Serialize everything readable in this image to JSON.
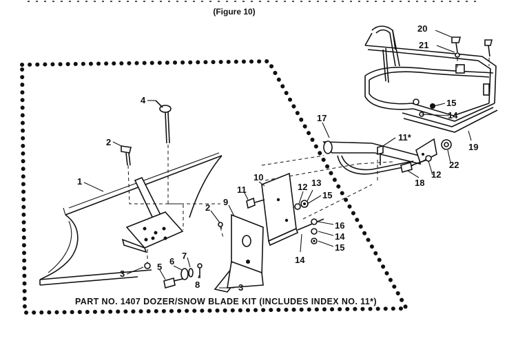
{
  "figure_title": "(Figure 10)",
  "caption": "PART NO. 1407 DOZER/SNOW BLADE KIT (INCLUDES INDEX NO. 11*)",
  "callouts": {
    "c1": "1",
    "c2a": "2",
    "c2b": "2",
    "c3a": "3",
    "c3b": "3",
    "c4": "4",
    "c5": "5",
    "c6": "6",
    "c7": "7",
    "c8": "8",
    "c9": "9",
    "c10": "10",
    "c11a": "11",
    "c11b": "11*",
    "c12a": "12",
    "c12b": "12",
    "c13": "13",
    "c14a": "14",
    "c14b": "14",
    "c14c": "14",
    "c15a": "15",
    "c15b": "15",
    "c15c": "15",
    "c16": "16",
    "c17": "17",
    "c18": "18",
    "c19": "19",
    "c20": "20",
    "c21": "21",
    "c22": "22"
  }
}
